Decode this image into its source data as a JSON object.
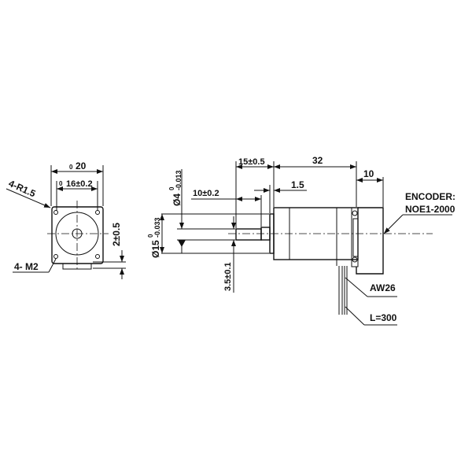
{
  "front_view": {
    "width_dim": "20",
    "width_prefix": "0",
    "hole_spacing_dim": "16±0.2",
    "hole_spacing_prefix": "0",
    "corner_radius": "4-R1.5",
    "mount_holes": "4- M2",
    "offset_dim": "2±0.5"
  },
  "side_view": {
    "shaft_length": "15±0.5",
    "body_length": "32",
    "encoder_length": "10",
    "flange_thickness": "1.5",
    "flat_length": "10±0.2",
    "shaft_dia": {
      "main": "Ø4",
      "upper": "0",
      "lower": "-0.013"
    },
    "pilot_dia": {
      "main": "Ø15",
      "upper": "0",
      "lower": "-0.033"
    },
    "flat_depth": "3.5±0.1",
    "encoder_label_1": "ENCODER:",
    "encoder_label_2": "NOE1-2000",
    "wire_gauge": "AW26",
    "wire_length": "L=300"
  }
}
